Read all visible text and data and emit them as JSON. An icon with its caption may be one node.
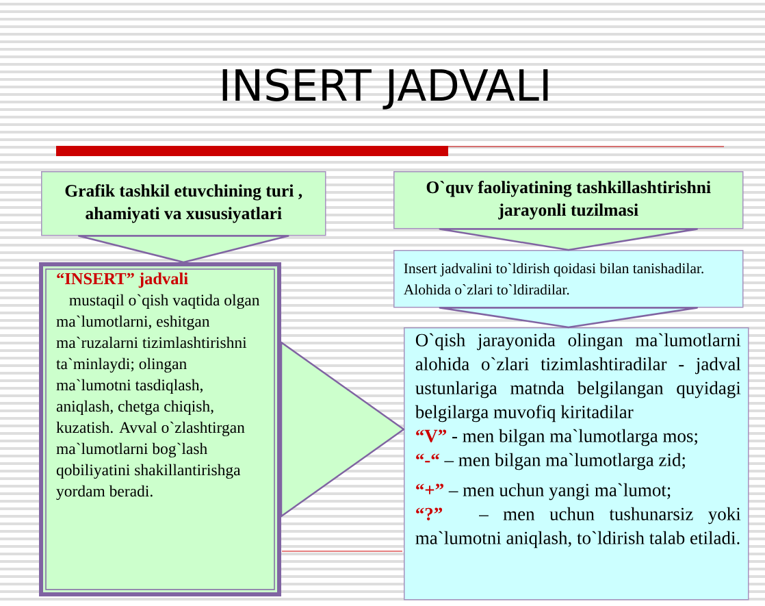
{
  "diagram": {
    "title": "INSERT JADVALI",
    "nodes": [
      {
        "text": [
          "Grafik tashkil etuvchining turi , ahamiyati va xususiyatlari"
        ]
      },
      {
        "text": [
          "“INSERT” jadvali",
          "mustaqil o`qish vaqtida olgan ma`lumotlarni, eshitgan ma`ruzalarni tizimlashtirishni ta`minlaydi; olingan ma`lumotni tasdiqlash, aniqlash, chetga chiqish, kuzatish. Avval o`zlashtirgan ma`lumotlarni bog`lash qobiliyatini shakillantirishga yordam beradi."
        ]
      },
      {
        "text": [
          "O`quv faoliyatining tashkillashtirishni jarayonli tuzilmasi"
        ]
      },
      {
        "text": [
          "Insert jadvalini to`ldirish qoidasi bilan tanishadilar. Alohida o`zlari to`ldiradilar."
        ]
      },
      {
        "text": [
          "O`qish jarayonida olingan ma`lumotlarni alohida o`zlari tizimlashtiradilar - jadval ustunlariga matnda belgilangan quyidagi belgilarga muvofiq kiritadilar",
          "“V”",
          "- men bilgan ma`lumotlarga mos;",
          "“-“",
          "– men bilgan ma`lumotlarga zid;",
          "“+”",
          "– men uchun yangi ma`lumot;",
          "“?”",
          "– men uchun tushunarsiz yoki ma`lumotni aniqlash, to`ldirish talab etiladi."
        ]
      }
    ],
    "edges": [
      {
        "from": 0,
        "to": 1,
        "arrow": "to"
      },
      {
        "from": 2,
        "to": 3,
        "arrow": "to"
      },
      {
        "from": 3,
        "to": 4,
        "arrow": "to"
      },
      {
        "from": 1,
        "to": 4,
        "arrow": "to"
      }
    ]
  }
}
